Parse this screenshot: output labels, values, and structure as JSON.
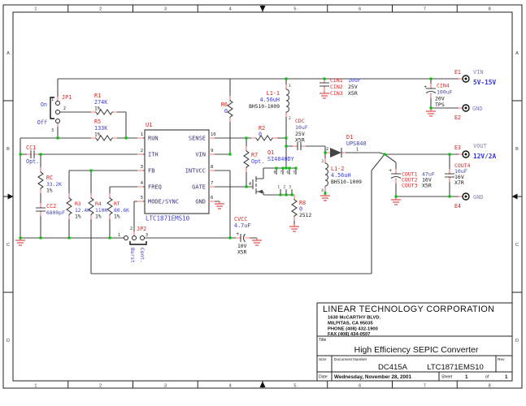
{
  "colors": {
    "ref": "#dd2222",
    "value": "#4040cc",
    "value_bold": "#3535cf",
    "net_label": "#8585b8",
    "wire": "#454545",
    "junction": "#00c300",
    "pin_mark": "#ff8f8f",
    "ground": "#e05555"
  },
  "grid": {
    "cols": [
      "1",
      "2",
      "3",
      "4",
      "5",
      "6",
      "7",
      "8"
    ],
    "rows": [
      "A",
      "B",
      "C",
      "D"
    ]
  },
  "c": {
    "jp1": {
      "ref": "JP1",
      "on": "On",
      "off": "Off",
      "p1": "1",
      "p2": "2",
      "p3": "3"
    },
    "r1": {
      "ref": "R1",
      "val": "274K",
      "tol": "1%"
    },
    "r5": {
      "ref": "R5",
      "val": "133K",
      "tol": "1%"
    },
    "cc1": {
      "ref": "CC1",
      "val": "Opt."
    },
    "rc": {
      "ref": "RC",
      "val": "33.2K",
      "tol": "1%"
    },
    "cc2": {
      "ref": "CC2",
      "val": "6800pF"
    },
    "r3": {
      "ref": "R3",
      "val": "12.4K",
      "tol": "1%"
    },
    "r4": {
      "ref": "R4",
      "val": "110K",
      "tol": "1%"
    },
    "rt": {
      "ref": "RT",
      "val": "80.6K",
      "tol": "1%"
    },
    "jp2": {
      "ref": "JP2",
      "p1": "1",
      "p2": "2",
      "p3": "3",
      "pos1": "Cont.",
      "pos2": "Burst"
    },
    "u1": {
      "ref": "U1",
      "part": "LTC1871EMS10",
      "l": [
        [
          "1",
          "RUN"
        ],
        [
          "2",
          "ITH"
        ],
        [
          "3",
          "FB"
        ],
        [
          "4",
          "FREQ"
        ],
        [
          "5",
          "MODE/SYNC"
        ]
      ],
      "r": [
        [
          "10",
          "SENSE"
        ],
        [
          "9",
          "VIN"
        ],
        [
          "8",
          "INTVCC"
        ],
        [
          "7",
          "GATE"
        ],
        [
          "6",
          "GND"
        ]
      ]
    },
    "cvcc": {
      "ref": "CVCC",
      "val": "4.7uF",
      "volt": "10V",
      "type": "X5R",
      "plus": "+"
    },
    "r6": {
      "ref": "R6",
      "val": "0"
    },
    "r7": {
      "ref": "R7",
      "val": "Opt."
    },
    "r2": {
      "ref": "R2",
      "val": "0"
    },
    "r8": {
      "ref": "R8",
      "val": "0",
      "pkg": "2512"
    },
    "l1a": {
      "ref": "L1-1",
      "val": "4.56uH",
      "part": "BH510-1009",
      "p1": "1",
      "p2": "2"
    },
    "l1b": {
      "ref": "L1-2",
      "val": "4.56uH",
      "part": "BH510-1009",
      "p3": "3",
      "p4": "4"
    },
    "cin": {
      "r1": "CIN1",
      "v1": "10uF",
      "r2": "CIN2",
      "v2": "25V",
      "r3": "CIN3",
      "v3": "X5R"
    },
    "cin4": {
      "ref": "CIN4",
      "val": "100uF",
      "volt": "20V",
      "type": "TPS",
      "plus": "+"
    },
    "cdc": {
      "ref": "CDC",
      "val": "10uF",
      "volt": "25V",
      "type": "X5R"
    },
    "q1": {
      "ref": "Q1",
      "part": "SI4840DY",
      "gate": "4",
      "top": [
        "8",
        "7",
        "6",
        "5"
      ],
      "bot": [
        "1",
        "2",
        "3"
      ]
    },
    "d1": {
      "ref": "D1",
      "part": "UPS840",
      "pa": "2",
      "pk": "1"
    },
    "cout": {
      "plus": "+",
      "r1": "COUT1",
      "v1": "47uF",
      "r2": "COUT2",
      "v2": "16V",
      "r3": "COUT3",
      "v3": "X5R"
    },
    "cout4": {
      "ref": "COUT4",
      "val": "10uF",
      "volt": "16V",
      "type": "X7R"
    },
    "e1": {
      "ref": "E1",
      "net": "VIN",
      "val": "5V-15V"
    },
    "e2": {
      "ref": "E2",
      "net": "GND"
    },
    "e3": {
      "ref": "E3",
      "net": "VOUT",
      "val": "12V/2A"
    },
    "e4": {
      "ref": "E4",
      "net": "GND"
    }
  },
  "tb": {
    "company": "LINEAR TECHNOLOGY CORPORATION",
    "addr1": "1630 McCARTHY BLVD.",
    "addr2": "MILPITAS, CA  95035",
    "addr3": "PHONE (408) 432-1900",
    "addr4": "FAX (408) 434-0507",
    "title_label": "Title",
    "title": "High Efficiency SEPIC Converter",
    "size_label": "Size",
    "doc_label": "Document Number",
    "doc_num": "DC415A",
    "doc_part": "LTC1871EMS10",
    "rev_label": "Rev",
    "date_label": "Date:",
    "date": "Wednesday, November 28, 2001",
    "sheet_label": "Sheet",
    "sheet": "1",
    "of": "of",
    "total": "1"
  }
}
